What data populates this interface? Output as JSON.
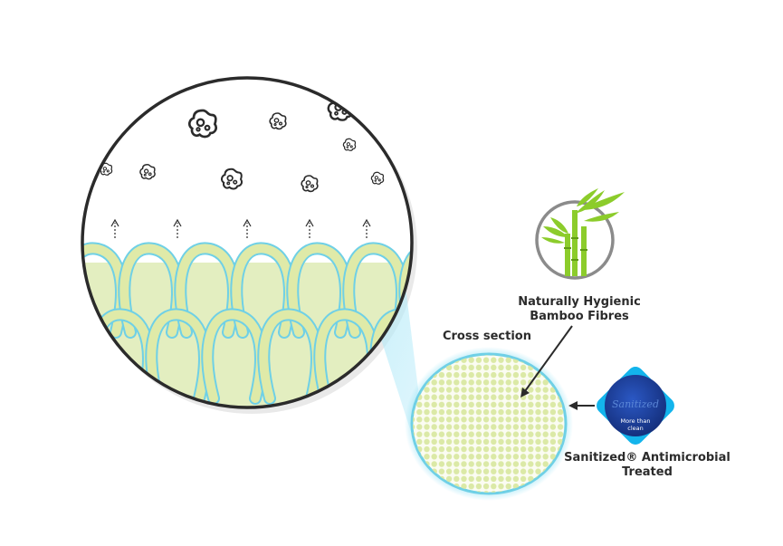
{
  "labels": {
    "bamboo_line1": "Naturally Hygienic",
    "bamboo_line2": "Bamboo Fibres",
    "cross_section": "Cross section",
    "sanitized_line1": "Sanitized® Antimicrobial",
    "sanitized_line2": "Treated"
  },
  "badge": {
    "brand": "Sanitized",
    "tagline_line1": "More than",
    "tagline_line2": "clean"
  },
  "colors": {
    "fibre_fill": "#dfeaa8",
    "fibre_stroke": "#6fd0e6",
    "glow": "#7fdcf3",
    "badge_outer": "#13b4ec",
    "badge_inner": "#1b3e9a",
    "bamboo": "#8ccc2b",
    "outline": "#2b2b2b"
  },
  "icons": {
    "microbe": "microbe-icon",
    "arrow_up": "arrow-up-icon",
    "bamboo": "bamboo-icon",
    "badge": "sanitized-badge-icon"
  }
}
